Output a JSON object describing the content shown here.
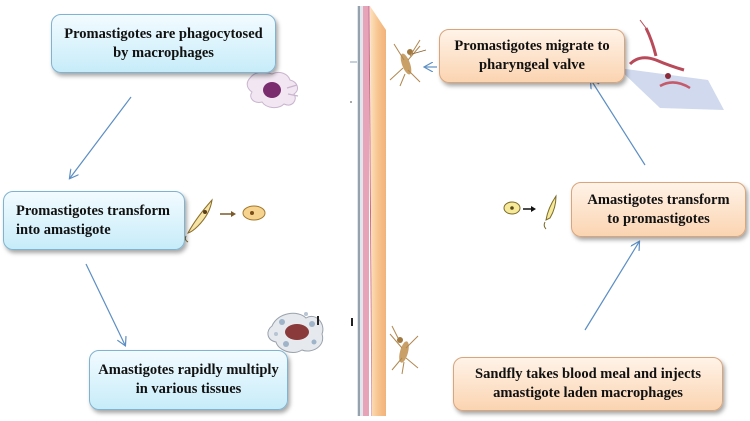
{
  "steps": {
    "phagocytosed": "Promastigotes are phagocytosed by macrophages",
    "transform_amastigote": "Promastigotes transform into amastigote",
    "multiply": "Amastigotes rapidly multiply in various tissues",
    "migrate": "Promastigotes migrate to pharyngeal  valve",
    "transform_promastigotes": "Amastigotes transform to promastigotes",
    "blood_meal": "Sandfly takes blood meal and injects amastigote laden macrophages"
  },
  "icons": {
    "macrophage": "macrophage-icon",
    "promastigote_to_amastigote": "promastigote-to-amastigote-icon",
    "infected_cell": "infected-cell-icon",
    "sandfly_top": "sandfly-icon",
    "gut_promastigotes": "gut-promastigotes-icon",
    "amastigote_to_promastigote": "amastigote-to-promastigote-icon",
    "sandfly_bottom": "sandfly-icon",
    "skin_barrier": "skin-layer"
  },
  "colors": {
    "blue_box": "#c7ecf9",
    "orange_box": "#fbd4b1",
    "arrow": "#5b8ec4",
    "skin": "#f7c48f"
  }
}
